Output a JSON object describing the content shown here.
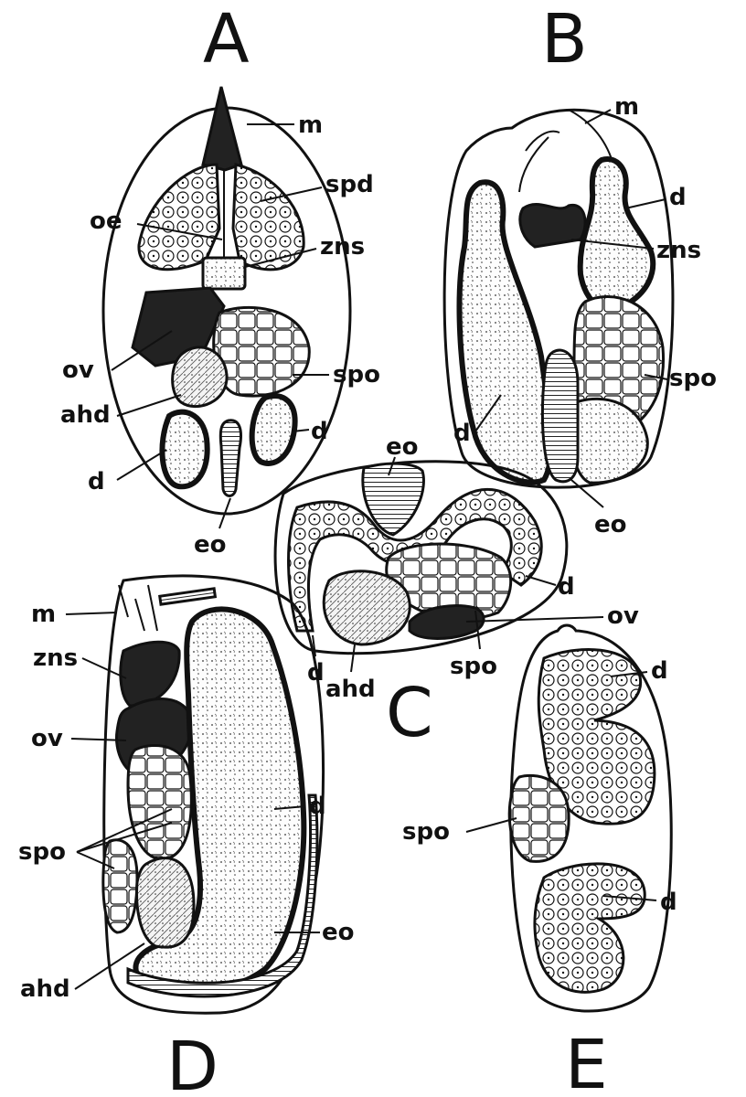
{
  "panels": {
    "A": {
      "letter": "A",
      "labels": {
        "m": "m",
        "spd": "spd",
        "oe": "oe",
        "zns": "zns",
        "ov": "ov",
        "spo": "spo",
        "ahd": "ahd",
        "d_right": "d",
        "d_left": "d",
        "eo": "eo"
      }
    },
    "B": {
      "letter": "B",
      "labels": {
        "m": "m",
        "d_top": "d",
        "zns": "zns",
        "spo": "spo",
        "d_left": "d",
        "eo": "eo"
      }
    },
    "C": {
      "letter": "C",
      "labels": {
        "eo": "eo",
        "d_right": "d",
        "ov": "ov",
        "spo": "spo",
        "d_left": "d",
        "ahd": "ahd"
      }
    },
    "D": {
      "letter": "D",
      "labels": {
        "m": "m",
        "zns": "zns",
        "ov": "ov",
        "d": "d",
        "spo": "spo",
        "eo": "eo",
        "ahd": "ahd"
      }
    },
    "E": {
      "letter": "E",
      "labels": {
        "d_top": "d",
        "spo": "spo",
        "d_bottom": "d"
      }
    }
  }
}
